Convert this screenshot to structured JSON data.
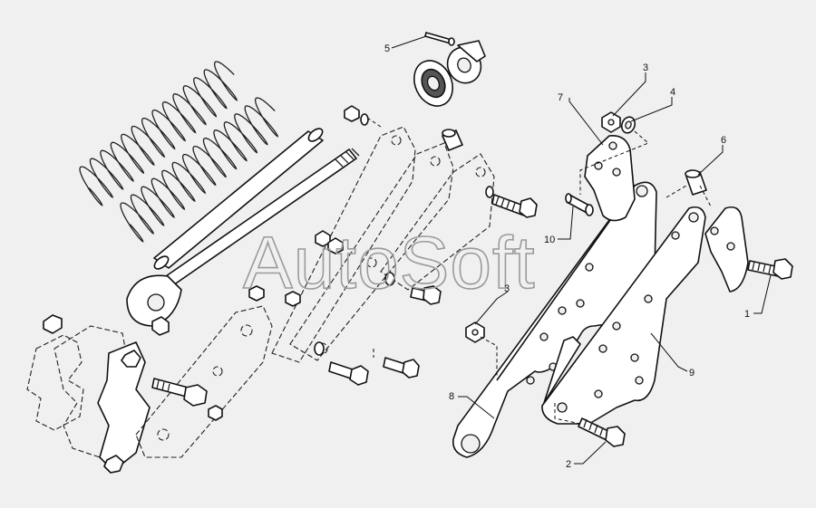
{
  "watermark": "AutoSoft",
  "callouts": [
    {
      "id": "c1",
      "label": "1"
    },
    {
      "id": "c2",
      "label": "2"
    },
    {
      "id": "c3a",
      "label": "3"
    },
    {
      "id": "c3b",
      "label": "3"
    },
    {
      "id": "c4",
      "label": "4"
    },
    {
      "id": "c5",
      "label": "5"
    },
    {
      "id": "c6",
      "label": "6"
    },
    {
      "id": "c7",
      "label": "7"
    },
    {
      "id": "c8",
      "label": "8"
    },
    {
      "id": "c9",
      "label": "9"
    },
    {
      "id": "c10",
      "label": "10"
    }
  ]
}
